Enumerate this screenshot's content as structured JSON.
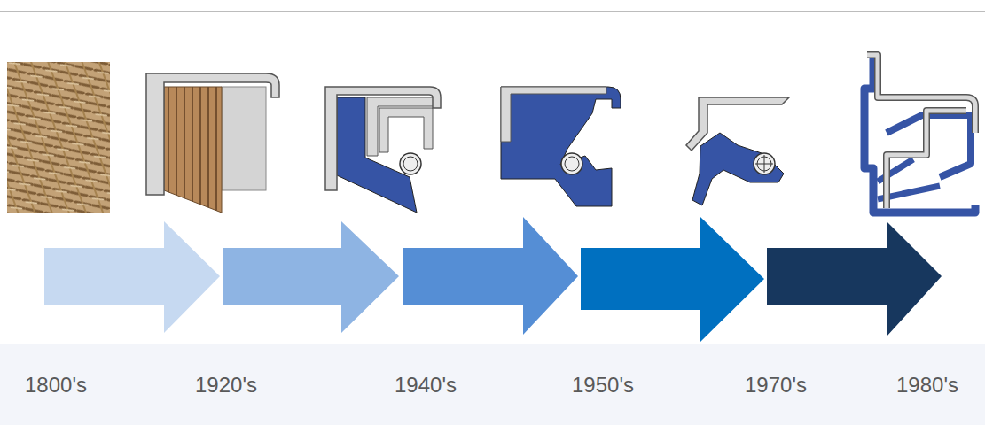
{
  "diagram": {
    "nodes": [
      {
        "text": [
          "1800's",
          "1920's",
          "1940's",
          "1950's",
          "1970's",
          "1980's"
        ]
      }
    ]
  }
}
